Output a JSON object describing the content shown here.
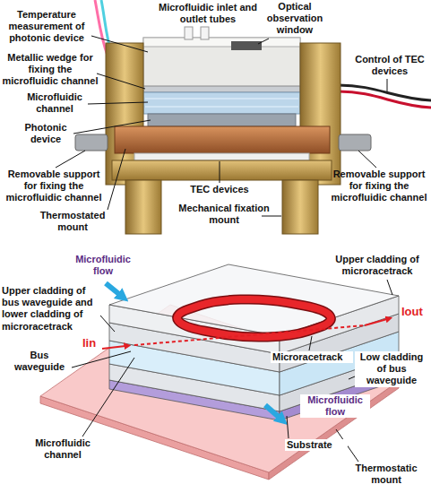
{
  "diagram": {
    "labels": [
      "Temperature measurement of photonic device",
      "Microfluidic inlet and outlet tubes",
      "Optical observation window",
      "Metallic wedge for fixing the microfluidic channel",
      "Control of TEC devices",
      "Microfluidic channel",
      "Photonic device",
      "Removable support for fixing the microfluidic channel",
      "Thermostated mount",
      "TEC devices",
      "Removable support for fixing the microfluidic channel",
      "Mechanical fixation mount",
      "Microfluidic flow",
      "Upper cladding of microracetrack",
      "Iout",
      "Upper cladding of bus waveguide and lower cladding of microracetrack",
      "Microracetrack",
      "Iin",
      "Low cladding of bus waveguide",
      "Bus waveguide",
      "Microfluidic flow",
      "Substrate",
      "Microfluidic channel",
      "Thermostatic mount"
    ]
  }
}
